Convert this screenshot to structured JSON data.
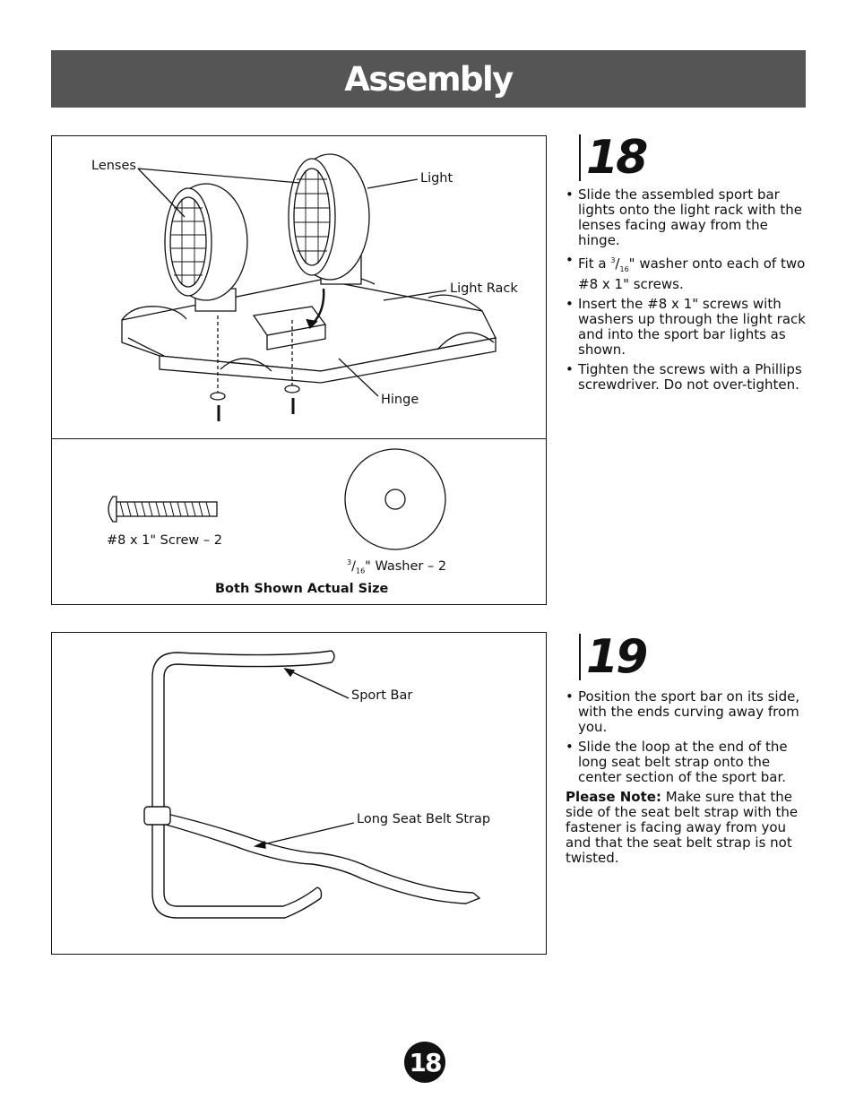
{
  "header": {
    "title": "Assembly"
  },
  "step18": {
    "number": "18",
    "labels": {
      "lenses": "Lenses",
      "light": "Light",
      "light_rack": "Light Rack",
      "hinge": "Hinge",
      "screw": "#8 x 1\" Screw – 2",
      "washer_frac_num": "3",
      "washer_frac_den": "16",
      "washer": "\" Washer – 2",
      "caption": "Both Shown Actual Size"
    },
    "bullet1": "Slide the assembled sport bar lights onto the light rack with the lenses facing away from the hinge.",
    "bullet2_pre": "Fit a ",
    "bullet2_frac_num": "3",
    "bullet2_frac_den": "16",
    "bullet2_post": "\" washer onto each of two #8 x 1\" screws.",
    "bullet3": "Insert the #8 x 1\" screws with washers up through the light rack and into the sport bar lights as shown.",
    "bullet4": "Tighten the screws with a Phillips screwdriver. Do not over-tighten."
  },
  "step19": {
    "number": "19",
    "labels": {
      "sport_bar": "Sport Bar",
      "strap": "Long Seat Belt Strap"
    },
    "bullet1": "Position the sport bar on its side, with the ends curving away from you.",
    "bullet2": "Slide the loop at the end of the long seat belt strap onto the center section of the sport bar.",
    "note_label": "Please Note:",
    "note_text": " Make sure that the side of the seat belt strap with the fastener is facing away from you and that the seat belt strap is not twisted."
  },
  "page_number": "18"
}
